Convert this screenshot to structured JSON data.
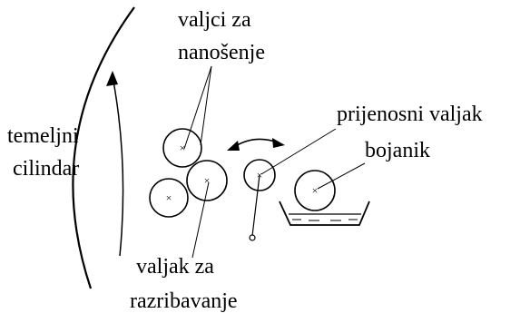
{
  "labels": {
    "inking_rollers_line1": "valjci za",
    "inking_rollers_line2": "nanošenje",
    "plate_cylinder_line1": "temeljni",
    "plate_cylinder_line2": "cilindar",
    "transfer_roller": "prijenosni valjak",
    "fountain_roller": "bojanik",
    "distributor_line1": "valjak za",
    "distributor_line2": "razribavanje"
  },
  "colors": {
    "line": "#000000",
    "background": "#ffffff"
  }
}
